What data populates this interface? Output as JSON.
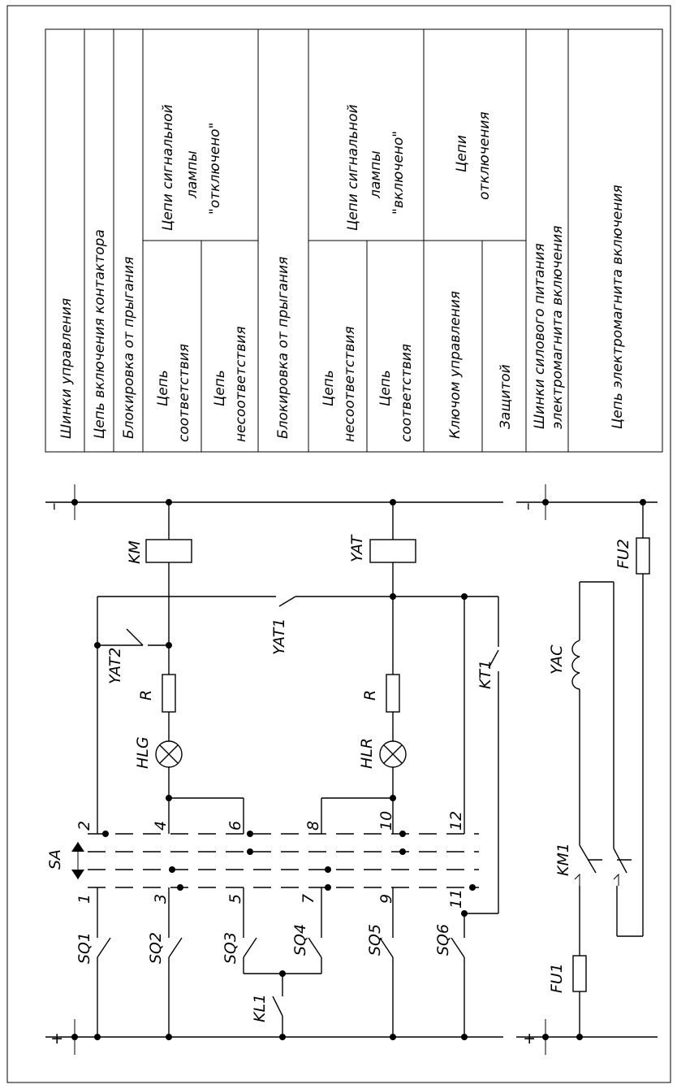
{
  "table": {
    "control_buses": "Шинки управления",
    "contactor_circuit": "Цепь включения контактора",
    "anti_pump_1": "Блокировка от прыгания",
    "off_lamp_header": [
      "Цепи сигнальной",
      "лампы",
      "\"отключено\""
    ],
    "off_match": [
      "Цепь",
      "соответствия"
    ],
    "off_mismatch": [
      "Цепь",
      "несоответствия"
    ],
    "anti_pump_2": "Блокировка от прыгания",
    "on_lamp_header": [
      "Цепи сигнальной",
      "лампы",
      "\"включено\""
    ],
    "on_mismatch": [
      "Цепь",
      "несоответствия"
    ],
    "on_match": [
      "Цепь",
      "соответствия"
    ],
    "trip_header": [
      "Цепи",
      "отключения"
    ],
    "trip_key": "Ключом управления",
    "trip_protection": "Защитой",
    "power_buses": [
      "Шинки силового питания",
      "электромагнита включения"
    ],
    "close_coil_circuit": "Цепь электромагнита включения"
  },
  "labels": {
    "minus_1": "–",
    "minus_2": "–",
    "plus_1": "+",
    "plus_2": "+",
    "KM": "KM",
    "YAT": "YAT",
    "YAT1": "YAT1",
    "YAT2": "YAT2",
    "KT1": "KT1",
    "R1": "R",
    "R2": "R",
    "HLG": "HLG",
    "HLR": "HLR",
    "SA": "SA",
    "SQ1": "SQ1",
    "SQ2": "SQ2",
    "SQ3": "SQ3",
    "SQ4": "SQ4",
    "SQ5": "SQ5",
    "SQ6": "SQ6",
    "KL1": "KL1",
    "YAC": "YAC",
    "KM1": "KM1",
    "FU1": "FU1",
    "FU2": "FU2"
  },
  "terminals": {
    "t1": "1",
    "t2": "2",
    "t3": "3",
    "t4": "4",
    "t5": "5",
    "t6": "6",
    "t7": "7",
    "t8": "8",
    "t9": "9",
    "t10": "10",
    "t11": "11",
    "t12": "12"
  }
}
